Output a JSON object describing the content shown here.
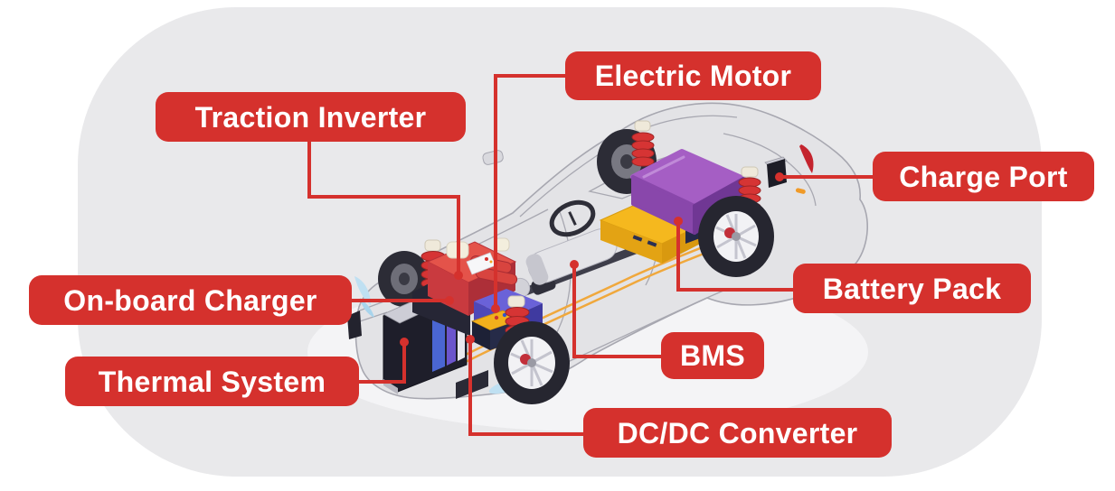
{
  "page": {
    "background": "#ffffff",
    "panel_background": "#e9e9eb",
    "accent_red": "#d5312d",
    "label_text_color": "#ffffff"
  },
  "labels": {
    "electric_motor": "Electric Motor",
    "traction_inverter": "Traction Inverter",
    "charge_port": "Charge Port",
    "onboard_charger": "On-board Charger",
    "battery_pack": "Battery Pack",
    "thermal_system": "Thermal System",
    "bms": "BMS",
    "dcdc_converter": "DC/DC Converter"
  },
  "illustration": {
    "type": "isometric-ev-cutaway-car",
    "component_colors": {
      "car_body": "#e3e3e6",
      "battery_pack": "#a55ec4",
      "bms_module": "#f5b81e",
      "motor_block": "#d8453f",
      "inverter": "#554fc0",
      "thermal_radiator": "#1e1e2a",
      "springs": "#d63434",
      "cables": "#f0a83c",
      "coolant_accent": "#bfe0f2"
    }
  }
}
